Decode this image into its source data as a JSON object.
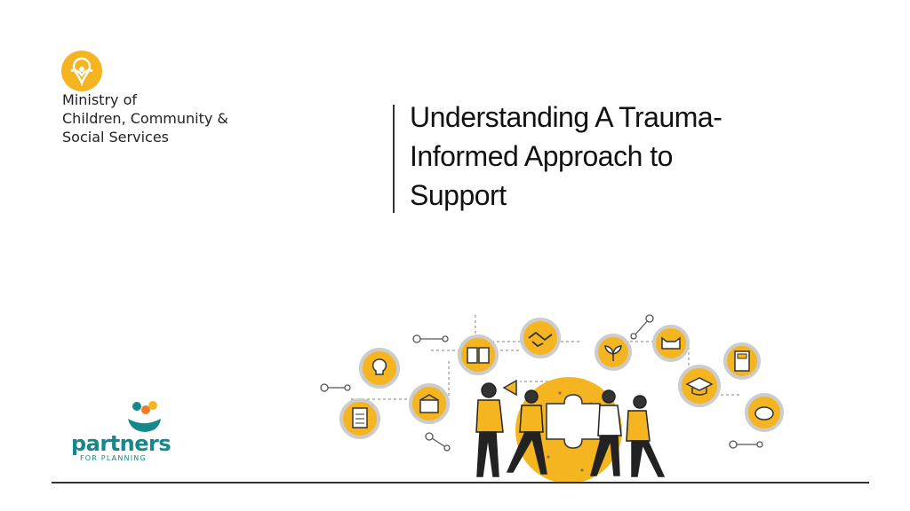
{
  "ministry": {
    "line1": "Ministry of",
    "line2": "Children, Community &",
    "line3": "Social Services",
    "logo_icon": "ontario-trillium-logo",
    "logo_color": "#f5b521"
  },
  "title": {
    "line1": "Understanding A Trauma-",
    "line2": "Informed Approach to",
    "line3": "Support"
  },
  "partner": {
    "name": "partners",
    "subtitle": "FOR PLANNING",
    "color": "#14888a"
  },
  "illustration": {
    "accent_color": "#f5b521",
    "icons": [
      "lightbulb-icon",
      "clipboard-icon",
      "box-icon",
      "book-icon",
      "handshake-icon",
      "plant-icon",
      "cat-icon",
      "graduation-cap-icon",
      "calculator-icon",
      "piggy-bank-icon",
      "megaphone-icon"
    ]
  }
}
